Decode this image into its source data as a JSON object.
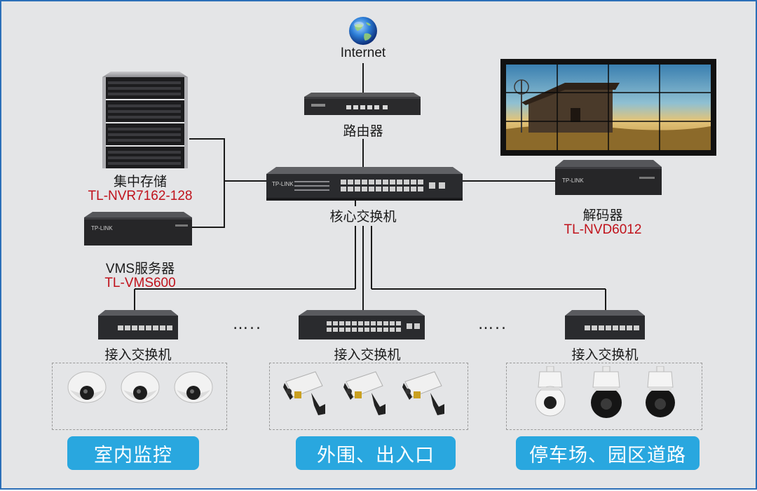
{
  "internet": {
    "label": "Internet"
  },
  "router": {
    "label": "路由器"
  },
  "core_switch": {
    "label": "核心交换机"
  },
  "storage": {
    "label": "集中存储",
    "model": "TL-NVR7162-128"
  },
  "vms": {
    "label": "VMS服务器",
    "model": "TL-VMS600"
  },
  "decoder": {
    "label": "解码器",
    "model": "TL-NVD6012"
  },
  "access_switches": [
    {
      "label": "接入交换机"
    },
    {
      "label": "接入交换机"
    },
    {
      "label": "接入交换机"
    }
  ],
  "zones": [
    {
      "label": "室内监控",
      "camera_type": "dome-camera"
    },
    {
      "label": "外围、出入口",
      "camera_type": "bullet-camera"
    },
    {
      "label": "停车场、园区道路",
      "camera_type": "ptz-camera"
    }
  ],
  "ellipsis": "…..",
  "brand_text": "TP-LINK",
  "colors": {
    "border": "#2c6fb8",
    "pill": "#29a7df",
    "model_text": "#c0121b",
    "background": "#e4e5e7"
  }
}
